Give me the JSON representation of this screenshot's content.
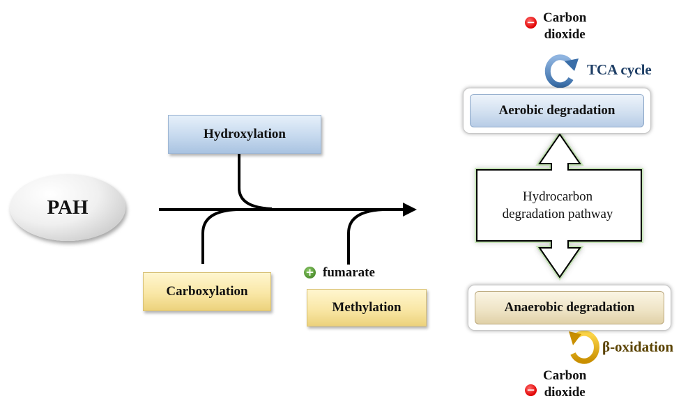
{
  "nodes": {
    "pah": "PAH",
    "hydroxylation": "Hydroxylation",
    "carboxylation": "Carboxylation",
    "methylation": "Methylation",
    "aerobic": "Aerobic degradation",
    "anaerobic": "Anaerobic degradation",
    "pathway_line1": "Hydrocarbon",
    "pathway_line2": "degradation pathway"
  },
  "annotations": {
    "co2_top_line1": "Carbon",
    "co2_top_line2": "dioxide",
    "co2_bottom_line1": "Carbon",
    "co2_bottom_line2": "dioxide",
    "tca_cycle": "TCA cycle",
    "beta_oxidation": "β-oxidation",
    "fumarate": "fumarate",
    "minus_symbol": "−",
    "plus_symbol": "+"
  },
  "colors": {
    "blue_node": "#c6d9ee",
    "yellow_node": "#f9e7a6",
    "tca_arrow": "#4a7fc0",
    "beta_arrow": "#e0a800",
    "pathway_glow": "#9be07a",
    "minus_badge": "#e00000",
    "plus_badge": "#4e8f2e"
  },
  "icons": {
    "cycle_top": "circular-arrow-icon",
    "cycle_bottom": "circular-arrow-icon",
    "double_arrow": "double-headed-arrow-icon"
  }
}
